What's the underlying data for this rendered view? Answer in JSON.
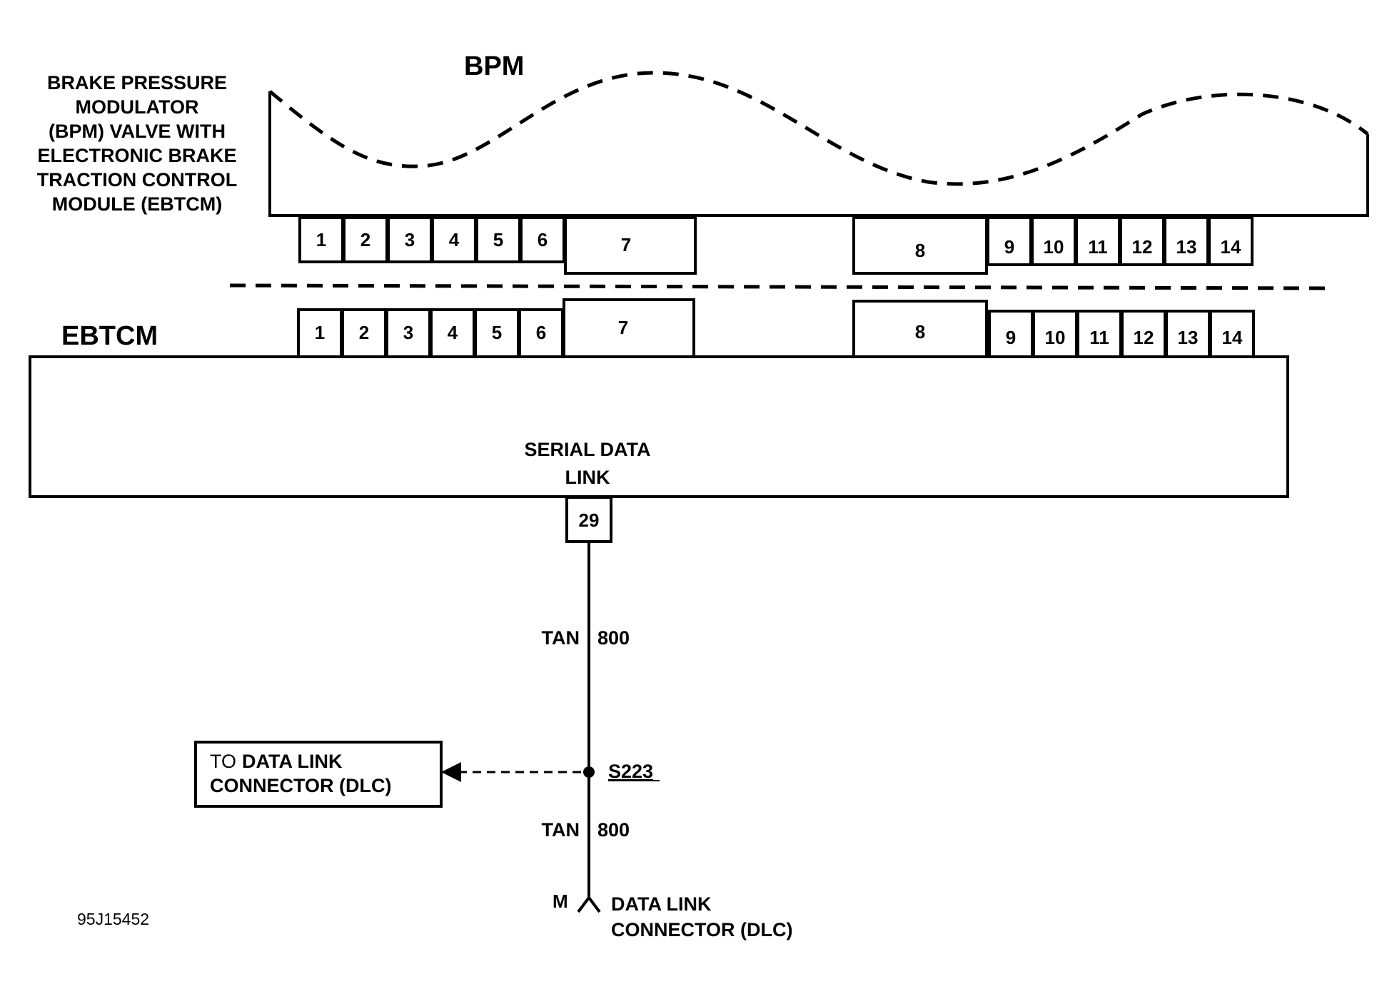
{
  "bpm": {
    "title": "BPM",
    "description_lines": [
      "BRAKE PRESSURE",
      "MODULATOR",
      "(BPM) VALVE WITH",
      "ELECTRONIC BRAKE",
      "TRACTION CONTROL",
      "MODULE (EBTCM)"
    ],
    "pins": [
      "1",
      "2",
      "3",
      "4",
      "5",
      "6",
      "7",
      "8",
      "9",
      "10",
      "11",
      "12",
      "13",
      "14"
    ]
  },
  "ebtcm": {
    "title": "EBTCM",
    "pins": [
      "1",
      "2",
      "3",
      "4",
      "5",
      "6",
      "7",
      "8",
      "9",
      "10",
      "11",
      "12",
      "13",
      "14"
    ],
    "serial_label_line1": "SERIAL DATA",
    "serial_label_line2": "LINK",
    "serial_pin": "29"
  },
  "wire_upper": {
    "color": "TAN",
    "circuit": "800"
  },
  "wire_lower": {
    "color": "TAN",
    "circuit": "800"
  },
  "splice": {
    "label": "S223"
  },
  "dlc_ref": {
    "prefix": "TO",
    "line1_rest": "DATA LINK",
    "line2": "CONNECTOR (DLC)"
  },
  "connector": {
    "pin": "M",
    "line1": "DATA LINK",
    "line2": "CONNECTOR (DLC)"
  },
  "figure_id": "95J15452"
}
